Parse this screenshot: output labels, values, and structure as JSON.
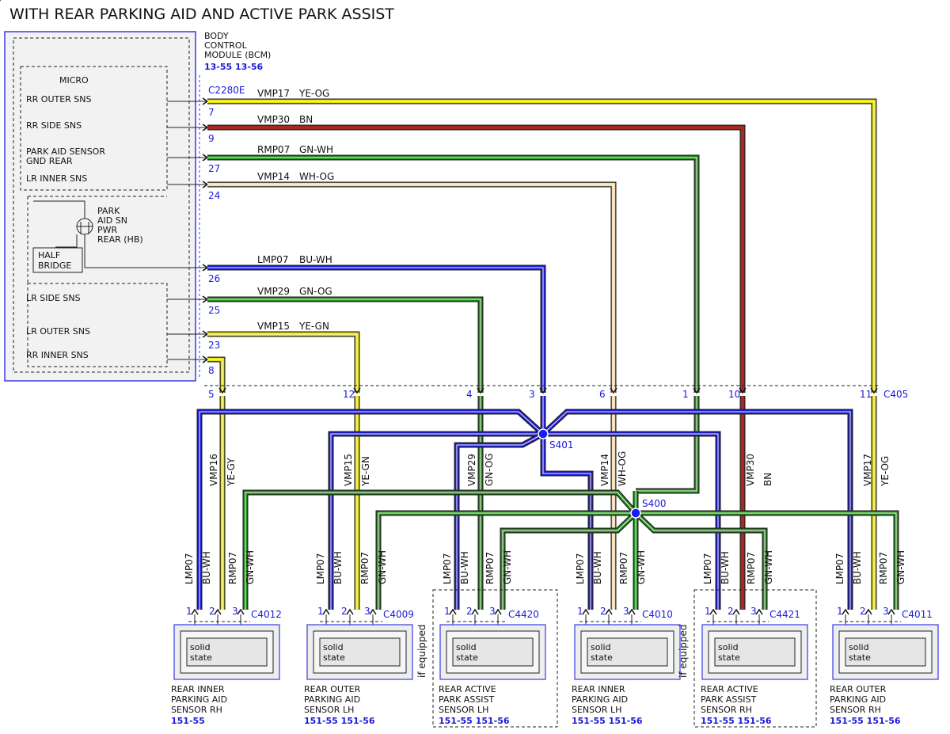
{
  "title": "WITH REAR PARKING AID AND ACTIVE PARK ASSIST",
  "colors": {
    "box_blue": "#3a3adf",
    "wire_yellow": "#e6e000",
    "wire_brown": "#a52a24",
    "wire_green": "#1f8a1f",
    "wire_blue": "#1a1adb",
    "wire_tan": "#f3d9b0",
    "splice_blue": "#1a1aff"
  },
  "bcm": {
    "name_lines": [
      "BODY",
      "CONTROL",
      "MODULE (BCM)"
    ],
    "refs": "13-55  13-56",
    "micro": "MICRO",
    "signals": [
      "RR OUTER SNS",
      "RR SIDE SNS",
      "PARK AID SENSOR",
      "GND REAR",
      "LR INNER SNS",
      "LR SIDE SNS",
      "LR OUTER SNS",
      "RR INNER SNS"
    ],
    "pwr_lines": [
      "PARK",
      "AID SN",
      "PWR",
      "REAR (HB)"
    ],
    "half_bridge": [
      "HALF",
      "BRIDGE"
    ],
    "connector": "C2280E",
    "pins": [
      "7",
      "9",
      "27",
      "24",
      "26",
      "25",
      "23",
      "8"
    ]
  },
  "wires_top": [
    {
      "circuit": "VMP17",
      "color": "YE-OG"
    },
    {
      "circuit": "VMP30",
      "color": "BN"
    },
    {
      "circuit": "RMP07",
      "color": "GN-WH"
    },
    {
      "circuit": "VMP14",
      "color": "WH-OG"
    },
    {
      "circuit": "LMP07",
      "color": "BU-WH"
    },
    {
      "circuit": "VMP29",
      "color": "GN-OG"
    },
    {
      "circuit": "VMP15",
      "color": "YE-GN"
    }
  ],
  "c405": {
    "name": "C405",
    "pins": [
      "5",
      "12",
      "4",
      "3",
      "6",
      "1",
      "10",
      "11"
    ]
  },
  "splices": [
    "S401",
    "S400"
  ],
  "vertical_labels": [
    {
      "circuit": "VMP16",
      "color": "YE-GY"
    },
    {
      "circuit": "VMP15",
      "color": "YE-GN"
    },
    {
      "circuit": "VMP29",
      "color": "GN-OG"
    },
    {
      "circuit": "VMP14",
      "color": "WH-OG"
    },
    {
      "circuit": "VMP30",
      "color": "BN"
    },
    {
      "circuit": "VMP17",
      "color": "YE-OG"
    }
  ],
  "sensor_wire_labels": {
    "lmp": "LMP07",
    "bu": "BU-WH",
    "rmp": "RMP07",
    "gn": "GN-WH"
  },
  "if_equipped": "if equipped",
  "sensors": [
    {
      "connector": "C4012",
      "pins": [
        "1",
        "2",
        "3"
      ],
      "inner": [
        "solid",
        "state"
      ],
      "name": [
        "REAR INNER",
        "PARKING AID",
        "SENSOR RH"
      ],
      "refs": "151-55"
    },
    {
      "connector": "C4009",
      "pins": [
        "1",
        "2",
        "3"
      ],
      "inner": [
        "solid",
        "state"
      ],
      "name": [
        "REAR OUTER",
        "PARKING AID",
        "SENSOR LH"
      ],
      "refs": "151-55 151-56"
    },
    {
      "connector": "C4420",
      "pins": [
        "1",
        "2",
        "3"
      ],
      "inner": [
        "solid",
        "state"
      ],
      "name": [
        "REAR ACTIVE",
        "PARK ASSIST",
        "SENSOR LH"
      ],
      "refs": "151-55 151-56"
    },
    {
      "connector": "C4010",
      "pins": [
        "1",
        "2",
        "3"
      ],
      "inner": [
        "solid",
        "state"
      ],
      "name": [
        "REAR INNER",
        "PARKING AID",
        "SENSOR LH"
      ],
      "refs": "151-55 151-56"
    },
    {
      "connector": "C4421",
      "pins": [
        "1",
        "2",
        "3"
      ],
      "inner": [
        "solid",
        "state"
      ],
      "name": [
        "REAR ACTIVE",
        "PARK ASSIST",
        "SENSOR RH"
      ],
      "refs": "151-55 151-56"
    },
    {
      "connector": "C4011",
      "pins": [
        "1",
        "2",
        "3"
      ],
      "inner": [
        "solid",
        "state"
      ],
      "name": [
        "REAR OUTER",
        "PARKING AID",
        "SENSOR RH"
      ],
      "refs": "151-55 151-56"
    }
  ]
}
